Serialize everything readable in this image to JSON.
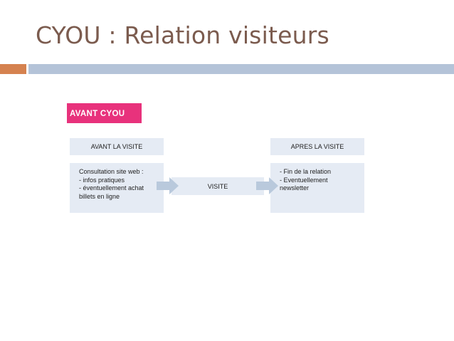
{
  "slide": {
    "title": "CYOU : Relation visiteurs",
    "tab_label": "AVANT CYOU",
    "left": {
      "header": "AVANT LA VISITE",
      "lines": [
        "Consultation site web :",
        "- infos pratiques",
        "- éventuellement achat",
        "billets en ligne"
      ]
    },
    "middle": {
      "label": "VISITE"
    },
    "right": {
      "header": "APRES LA VISITE",
      "lines": [
        "- Fin de la relation",
        "- Eventuellement",
        "newsletter"
      ]
    }
  },
  "colors": {
    "title": "#7b5b4e",
    "accent_orange": "#d5824f",
    "band_blue": "#b4c3d8",
    "tab_pink": "#e8327c",
    "box_fill": "#e5ebf4",
    "arrow_fill": "#b9c9dc"
  }
}
